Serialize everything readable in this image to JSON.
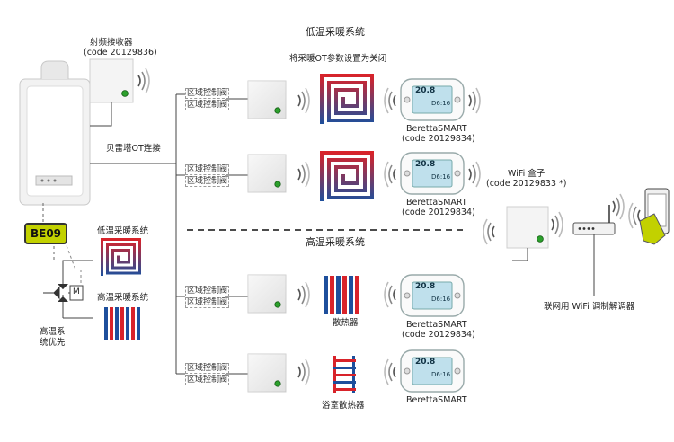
{
  "header": {
    "low_temp_title": "低温采暖系统",
    "ot_note": "将采暖OT参数设置为关闭",
    "high_temp_title": "高温采暖系统"
  },
  "receiver": {
    "name": "射频接收器",
    "code": "(code 20129836)"
  },
  "boiler": {
    "ot_connection": "贝雷塔OT连接",
    "badge": "BE09",
    "low_temp_label": "低温采暖系统",
    "high_temp_label": "高温采暖系统",
    "priority_label_1": "高温系",
    "priority_label_2": "统优先",
    "motor_letter": "M"
  },
  "zones": [
    {
      "valve_1": "区域控制阀",
      "valve_2": "区域控制阀",
      "emitter_label": "",
      "thermostat_name": "BerettaSMART",
      "thermostat_code": "(code 20129834)"
    },
    {
      "valve_1": "区域控制阀",
      "valve_2": "区域控制阀",
      "emitter_label": "",
      "thermostat_name": "BerettaSMART",
      "thermostat_code": "(code 20129834)"
    },
    {
      "valve_1": "区域控制阀",
      "valve_2": "区域控制阀",
      "emitter_label": "散热器",
      "thermostat_name": "BerettaSMART",
      "thermostat_code": "(code 20129834)"
    },
    {
      "valve_1": "区域控制阀",
      "valve_2": "区域控制阀",
      "emitter_label": "浴室散热器",
      "thermostat_name": "BerettaSMART",
      "thermostat_code": ""
    }
  ],
  "display": {
    "temp": "20.8",
    "sub": "D6:16"
  },
  "wifi": {
    "name": "WiFi 盒子",
    "code": "(code 20129833 *)"
  },
  "router_label": "联网用 WiFi 调制解调器",
  "colors": {
    "accent": "#c2d100",
    "hot": "#d8232a",
    "cold": "#1d4f9c",
    "led": "#2ca02c"
  }
}
